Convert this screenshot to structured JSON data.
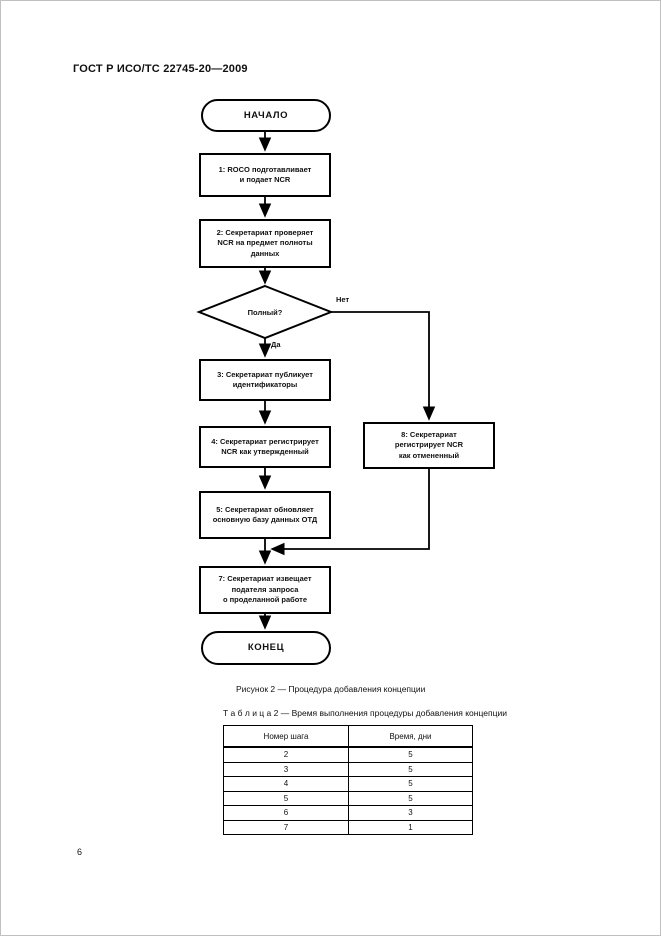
{
  "page": {
    "header": "ГОСТ Р ИСО/ТС 22745-20—2009",
    "page_number": "6"
  },
  "flowchart": {
    "start_label": "НАЧАЛО",
    "end_label": "КОНЕЦ",
    "steps": {
      "s1": "1: ROCO подготавливает\nи подает NCR",
      "s2": "2: Секретариат проверяет\nNCR на предмет полноты\nданных",
      "s3": "3: Секретариат публикует\nидентификаторы",
      "s4": "4: Секретариат регистрирует\nNCR как утвержденный",
      "s5": "5: Секретариат обновляет\nосновную базу данных ОТД",
      "s7": "7: Секретариат извещает\nподателя запроса\nо проделанной работе",
      "s8": "8: Секретариат\nрегистрирует NCR\nкак отмененный"
    },
    "decision": {
      "label": "Полный?",
      "yes": "Да",
      "no": "Нет"
    }
  },
  "figure": {
    "caption": "Рисунок 2 — Процедура добавления концепции"
  },
  "table": {
    "title": "Т а б л и ц а  2 — Время выполнения процедуры добавления концепции",
    "columns": [
      "Номер шага",
      "Время, дни"
    ],
    "rows": [
      [
        "2",
        "5"
      ],
      [
        "3",
        "5"
      ],
      [
        "4",
        "5"
      ],
      [
        "5",
        "5"
      ],
      [
        "6",
        "3"
      ],
      [
        "7",
        "1"
      ]
    ]
  }
}
